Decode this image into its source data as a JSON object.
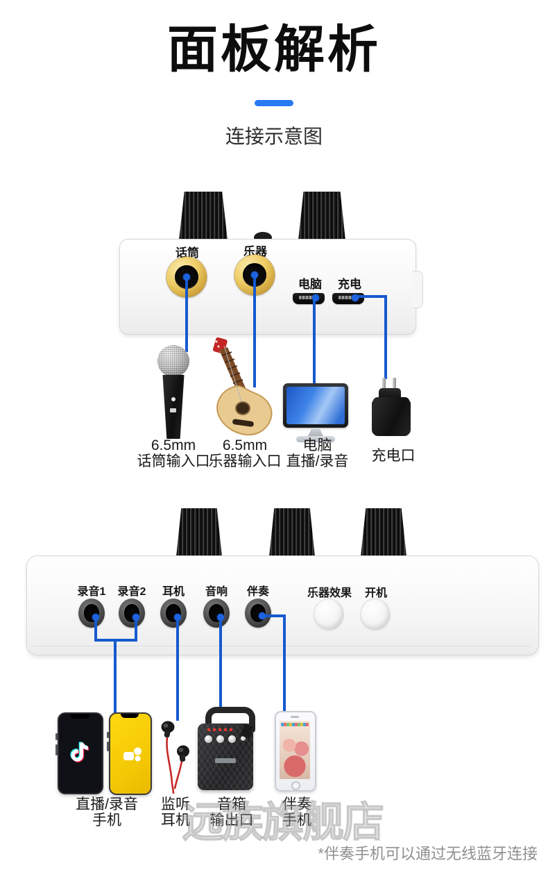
{
  "header": {
    "title": "面板解析",
    "subtitle": "连接示意图",
    "accent_color": "#2979f2"
  },
  "colors": {
    "connector_blue": "#1559cf",
    "dot_blue": "#1e63e0",
    "jack_gold": "#eecb63",
    "highlight_yellow": "#ffd90f"
  },
  "device_top": {
    "ports": [
      {
        "label": "话筒",
        "type": "6.5mm-jack"
      },
      {
        "label": "乐器",
        "type": "6.5mm-jack"
      },
      {
        "label": "电脑",
        "type": "micro-usb"
      },
      {
        "label": "充电",
        "type": "micro-usb"
      }
    ]
  },
  "row1": [
    {
      "icon": "microphone",
      "line1": "6.5mm",
      "line2": "话筒输入口"
    },
    {
      "icon": "guitar",
      "line1": "6.5mm",
      "line2": "乐器输入口"
    },
    {
      "icon": "computer",
      "line1": "电脑",
      "line2": "直播/录音"
    },
    {
      "icon": "charger",
      "line1": "",
      "line2": "充电口"
    }
  ],
  "device_front": {
    "jacks": [
      {
        "label": "录音1"
      },
      {
        "label": "录音2"
      },
      {
        "label": "耳机"
      },
      {
        "label": "音响"
      },
      {
        "label": "伴奏"
      }
    ],
    "buttons": [
      {
        "label": "乐器效果"
      },
      {
        "label": "开机"
      }
    ]
  },
  "row2": [
    {
      "icon": "phones-live",
      "line1": "直播/录音",
      "line2": "手机"
    },
    {
      "icon": "earphones",
      "line1": "监听",
      "line2": "耳机"
    },
    {
      "icon": "speaker",
      "line1": "音箱",
      "line2": "输出口"
    },
    {
      "icon": "phone-accompaniment",
      "line1": "伴奏",
      "line2": "手机"
    }
  ],
  "watermark": "远族旗舰店",
  "footnote": "*伴奏手机可以通过无线蓝牙连接"
}
